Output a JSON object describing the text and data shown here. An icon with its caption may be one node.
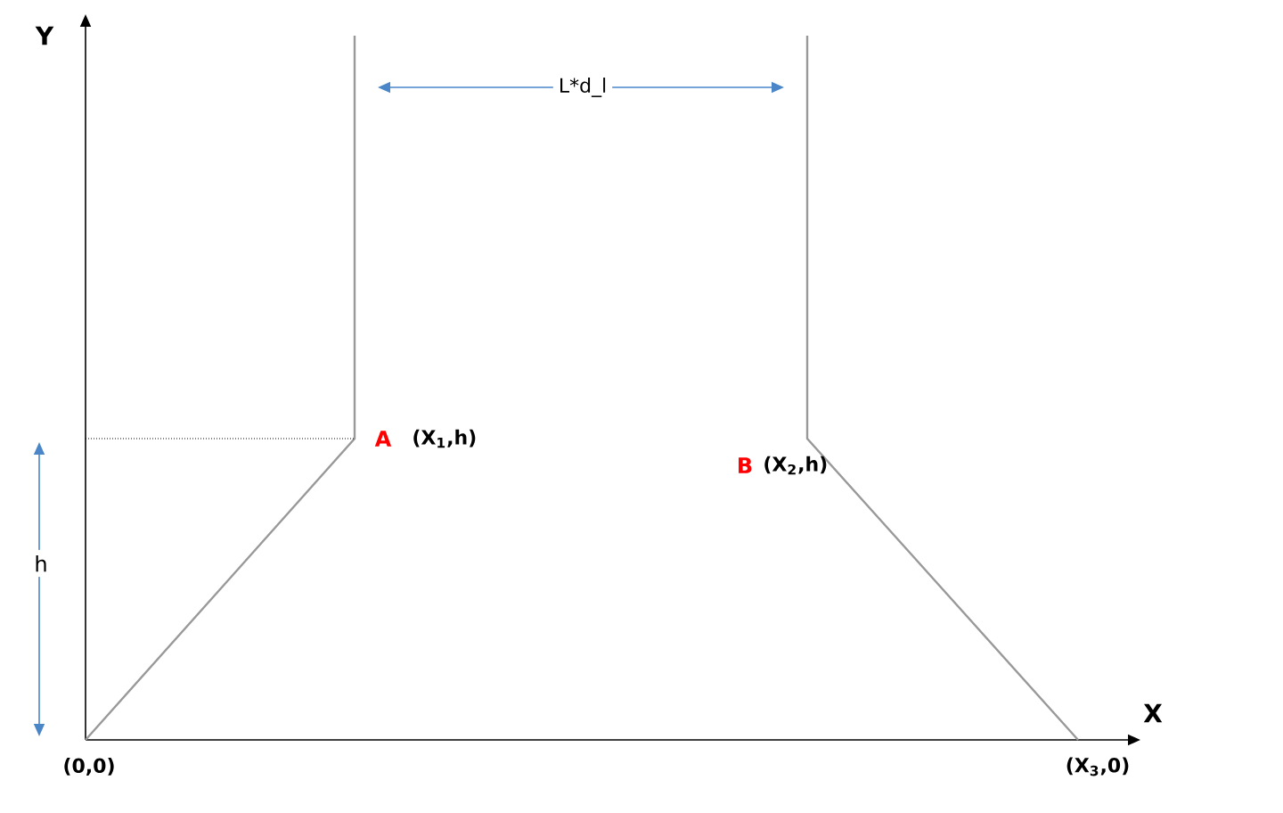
{
  "diagram": {
    "labels": [
      "Y",
      "L*d_l",
      "A",
      "(X$_{1}$,h)",
      "B",
      "(X$_{2}$,h)",
      "h",
      "X",
      "(0,0)",
      "(X$_{3}$,0)"
    ]
  }
}
